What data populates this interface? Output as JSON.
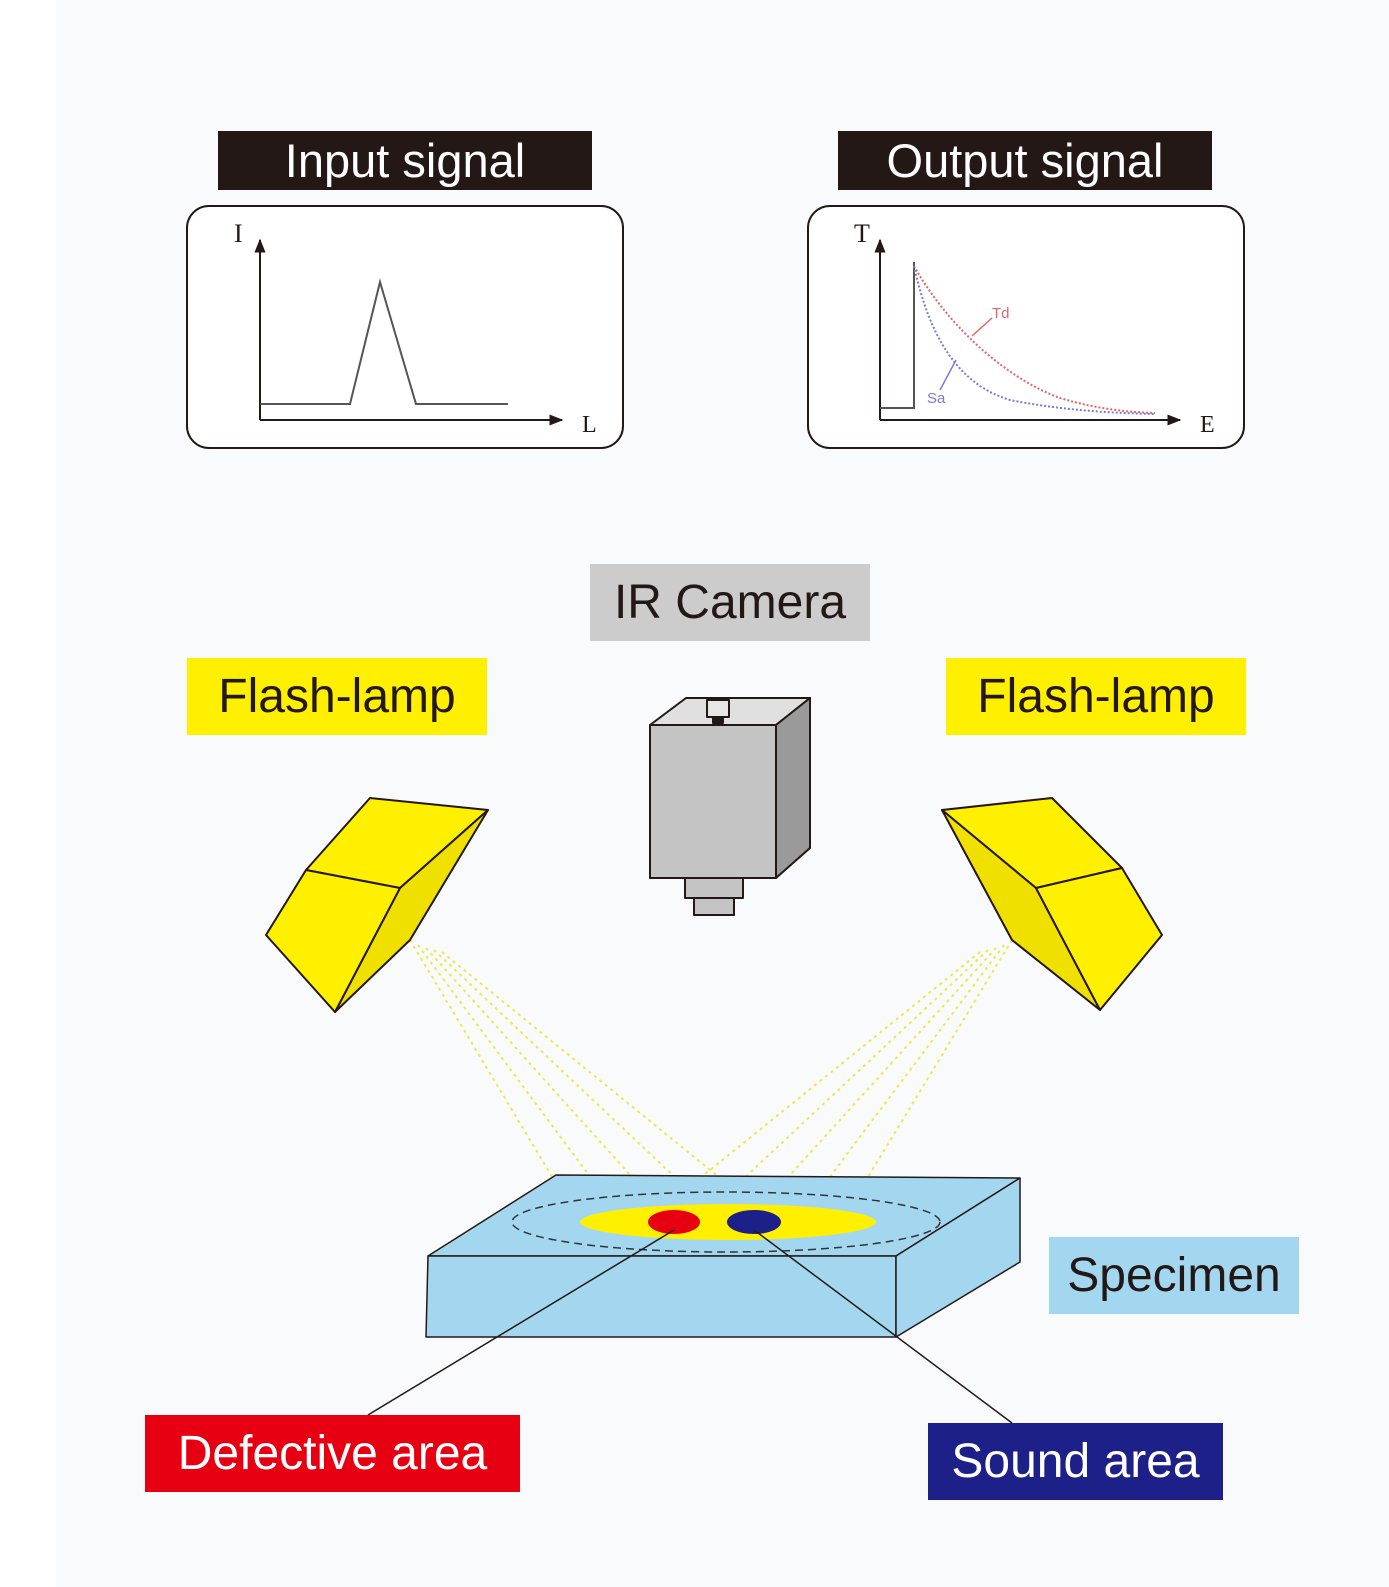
{
  "labels": {
    "input_signal": "Input signal",
    "output_signal": "Output signal",
    "ir_camera": "IR Camera",
    "flash_lamp_left": "Flash-lamp",
    "flash_lamp_right": "Flash-lamp",
    "specimen": "Specimen",
    "defective_area": "Defective area",
    "sound_area": "Sound area"
  },
  "input_plot": {
    "y_axis_letter": "I",
    "x_axis_letter": "L"
  },
  "output_plot": {
    "y_axis_letter": "T",
    "x_axis_letter": "E",
    "curve_defect_label": "Td",
    "curve_sound_label": "Sa"
  },
  "colors": {
    "label_dark": "#231815",
    "camera_gray": "#cccccc",
    "lamp_yellow": "#fff000",
    "specimen_blue": "#a3d7f0",
    "defect_red": "#e60012",
    "sound_navy": "#1d2088",
    "curve_red": "#e06666",
    "curve_blue": "#7b7bd6"
  }
}
